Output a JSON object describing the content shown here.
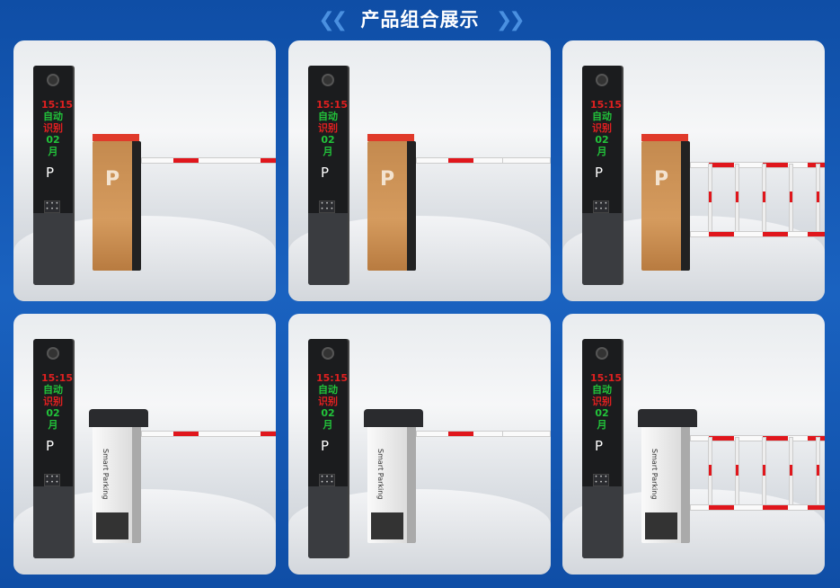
{
  "header": {
    "title": "产品组合展示",
    "left_icon": "double-chevron-left-icon",
    "right_icon": "double-chevron-right-icon"
  },
  "terminal": {
    "time": "15:15",
    "line1": "自动",
    "line2": "识别",
    "line3": "02月",
    "parking_symbol": "P"
  },
  "gate_label": "Smart Parking",
  "products": [
    {
      "gate": "gold",
      "arm": "straight"
    },
    {
      "gate": "gold",
      "arm": "folding"
    },
    {
      "gate": "gold",
      "arm": "fence"
    },
    {
      "gate": "gray",
      "arm": "straight"
    },
    {
      "gate": "gray",
      "arm": "folding"
    },
    {
      "gate": "gray",
      "arm": "fence"
    }
  ],
  "colors": {
    "background": "#1656b0",
    "stripe": "#e0161c",
    "gold": "#d59b5e"
  }
}
